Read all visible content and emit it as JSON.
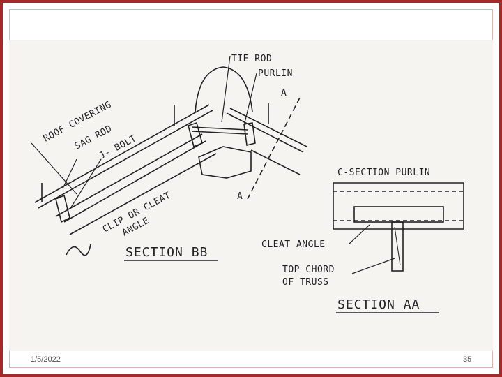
{
  "slide": {
    "date": "1/5/2022",
    "page_number": "35"
  },
  "diagram": {
    "labels": {
      "tie_rod": "TIE ROD",
      "purlin": "PURLIN",
      "roof_covering": "ROOF COVERING",
      "sag_rod": "SAG ROD",
      "j_bolt": "J- BOLT",
      "clip_or_cleat": "CLIP OR CLEAT",
      "angle": "ANGLE",
      "section_a_top": "A",
      "section_a_bottom": "A",
      "section_bb": "SECTION BB",
      "c_section_purlin": "C-SECTION PURLIN",
      "cleat_angle": "CLEAT ANGLE",
      "top_chord": "TOP CHORD",
      "of_truss": "OF TRUSS",
      "section_aa": "SECTION AA"
    }
  }
}
